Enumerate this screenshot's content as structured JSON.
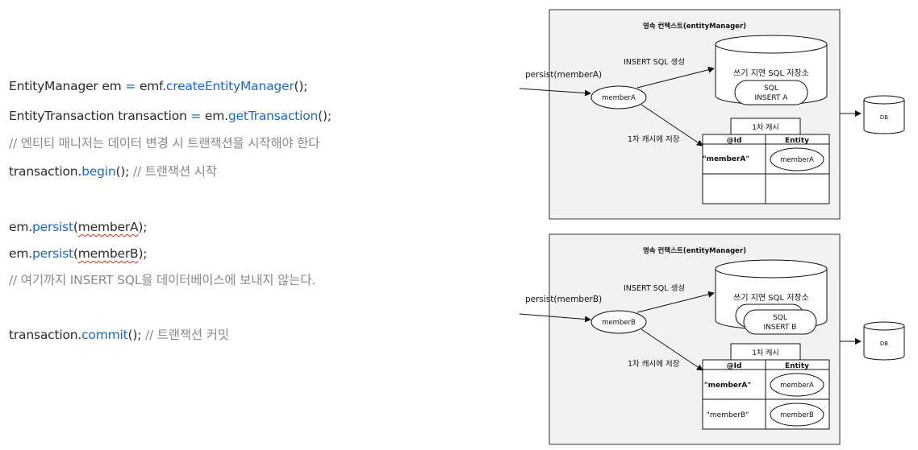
{
  "code": {
    "line1": {
      "a": "EntityManager em ",
      "b": "=",
      "c": " emf.",
      "d": "createEntityManager",
      "e": "();"
    },
    "line2": {
      "a": "EntityTransaction transaction ",
      "b": "=",
      "c": " em.",
      "d": "getTransaction",
      "e": "();"
    },
    "line3": {
      "comment": "// 엔티티 매니저는 데이터 변경 시 트랜잭션을 시작해야 한다"
    },
    "line4": {
      "a": "transaction.",
      "d": "begin",
      "e": "(); ",
      "comment": "// 트랜잭션 시작"
    },
    "line5": {
      "a": "em.",
      "d": "persist",
      "e": "(",
      "arg": "memberA",
      "f": ");"
    },
    "line6": {
      "a": "em.",
      "d": "persist",
      "e": "(",
      "arg": "memberB",
      "f": ");"
    },
    "line7": {
      "comment": "// 여기까지 INSERT SQL을 데이터베이스에 보내지 않는다."
    },
    "line8": {
      "a": "transaction.",
      "d": "commit",
      "e": "(); ",
      "comment": "// 트랜잭션 커밋"
    }
  },
  "diagram_top": {
    "title": "영속 컨텍스트(entityManager)",
    "persist_label": "persist(memberA)",
    "insert_label": "INSERT SQL 생성",
    "store_title": "쓰기 지연 SQL 저장소",
    "sql_lines": [
      "SQL",
      "INSERT A"
    ],
    "member_node": "memberA",
    "cache_store_label": "1차 캐시에 저장",
    "cache_title": "1차 캐시",
    "col_id": "@Id",
    "col_entity": "Entity",
    "rows": [
      {
        "id": "\"memberA\"",
        "entity": "memberA"
      }
    ],
    "db": "DB"
  },
  "diagram_bottom": {
    "title": "영속 컨텍스트(entityManager)",
    "persist_label": "persist(memberB)",
    "insert_label": "INSERT SQL 생성",
    "store_title": "쓰기 지연 SQL 저장소",
    "sql_lines": [
      "SQL",
      "INSERT B"
    ],
    "member_node": "memberB",
    "cache_store_label": "1차 캐시에 저장",
    "cache_title": "1차 캐시",
    "col_id": "@Id",
    "col_entity": "Entity",
    "rows": [
      {
        "id": "\"memberA\"",
        "entity": "memberA"
      },
      {
        "id": "\"memberB\"",
        "entity": "memberB"
      }
    ],
    "db": "DB"
  }
}
